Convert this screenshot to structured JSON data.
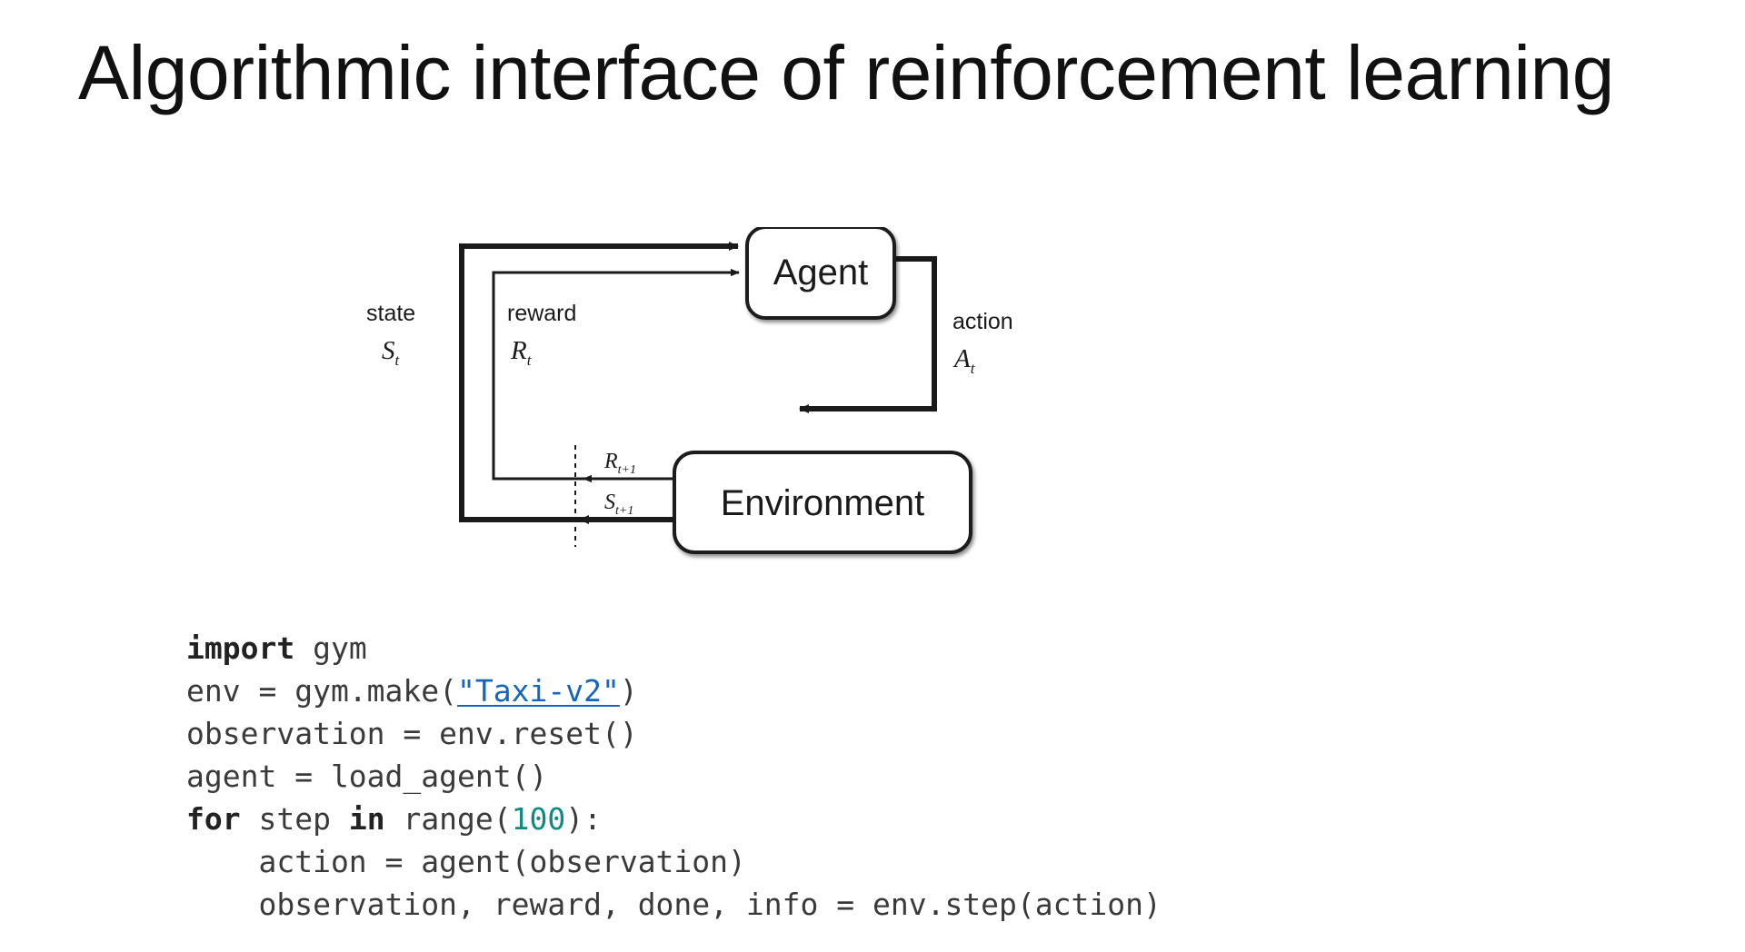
{
  "slide": {
    "title": "Algorithmic interface of reinforcement learning",
    "background_color": "#ffffff"
  },
  "diagram": {
    "name": "agent-environment-interaction-loop",
    "nodes": [
      {
        "id": "agent",
        "label": "Agent"
      },
      {
        "id": "environment",
        "label": "Environment"
      }
    ],
    "edges": [
      {
        "id": "state",
        "label": "state",
        "symbol": "S",
        "subscript": "t",
        "from": "environment",
        "to": "agent",
        "weight": "bold"
      },
      {
        "id": "reward",
        "label": "reward",
        "symbol": "R",
        "subscript": "t",
        "from": "environment",
        "to": "agent",
        "weight": "thin"
      },
      {
        "id": "action",
        "label": "action",
        "symbol": "A",
        "subscript": "t",
        "from": "agent",
        "to": "environment",
        "weight": "bold"
      }
    ],
    "emitted": [
      {
        "id": "reward-next",
        "symbol": "R",
        "subscript": "t+1"
      },
      {
        "id": "state-next",
        "symbol": "S",
        "subscript": "t+1"
      }
    ],
    "time_separator": "dashed-vertical-line",
    "stroke_color": "#1a1a1a"
  },
  "code": {
    "language": "python",
    "link_color": "#1565c0",
    "number_color": "#0e8a80",
    "lines": [
      {
        "id": "line-1",
        "tokens": [
          {
            "t": "import",
            "style": "keyword"
          },
          {
            "t": " gym",
            "style": "plain"
          }
        ]
      },
      {
        "id": "line-2",
        "tokens": [
          {
            "t": "env = gym.make(",
            "style": "plain"
          },
          {
            "t": "\"Taxi-v2\"",
            "style": "link"
          },
          {
            "t": ")",
            "style": "plain"
          }
        ]
      },
      {
        "id": "line-3",
        "tokens": [
          {
            "t": "observation = env.reset()",
            "style": "plain"
          }
        ]
      },
      {
        "id": "line-4",
        "tokens": [
          {
            "t": "agent = load_agent()",
            "style": "plain"
          }
        ]
      },
      {
        "id": "line-5",
        "tokens": [
          {
            "t": "for",
            "style": "keyword"
          },
          {
            "t": " step ",
            "style": "plain"
          },
          {
            "t": "in",
            "style": "keyword"
          },
          {
            "t": " range(",
            "style": "plain"
          },
          {
            "t": "100",
            "style": "number"
          },
          {
            "t": "):",
            "style": "plain"
          }
        ]
      },
      {
        "id": "line-6",
        "tokens": [
          {
            "t": "    action = agent(observation)",
            "style": "plain"
          }
        ]
      },
      {
        "id": "line-7",
        "tokens": [
          {
            "t": "    observation, reward, done, info = env.step(action)",
            "style": "plain"
          }
        ]
      }
    ]
  }
}
